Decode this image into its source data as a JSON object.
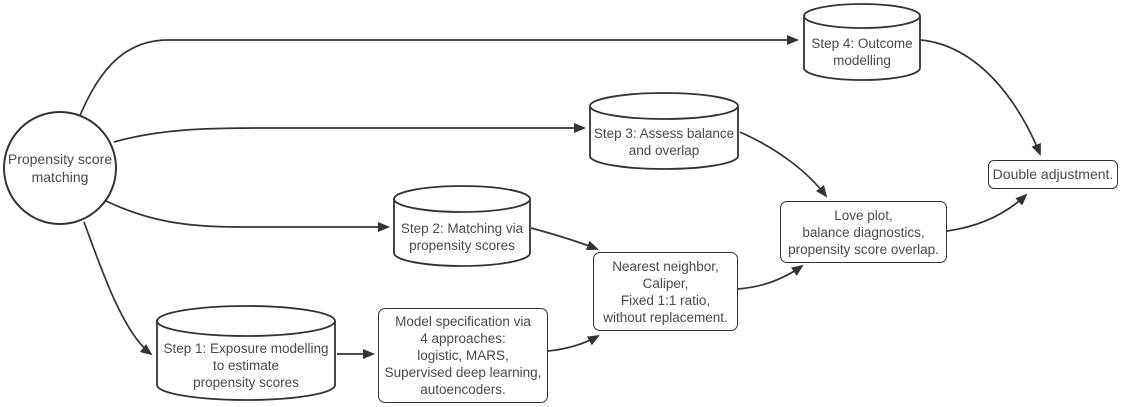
{
  "colors": {
    "stroke": "#333333",
    "text": "#4a4a4a",
    "background": "#ffffff"
  },
  "nodes": {
    "start": {
      "shape": "circle",
      "label": "Propensity score\nmatching"
    },
    "step1": {
      "shape": "cylinder",
      "label": "Step 1: Exposure modelling\nto estimate\npropensity scores"
    },
    "step2": {
      "shape": "cylinder",
      "label": "Step 2: Matching via\npropensity scores"
    },
    "step3": {
      "shape": "cylinder",
      "label": "Step 3: Assess balance\nand overlap"
    },
    "step4": {
      "shape": "cylinder",
      "label": "Step 4: Outcome\nmodelling"
    },
    "model_spec": {
      "shape": "rect",
      "label": "Model specification via\n4 approaches:\nlogistic, MARS,\nSupervised deep learning,\nautoencoders."
    },
    "matching": {
      "shape": "rect",
      "label": "Nearest neighbor,\nCaliper,\nFixed 1:1 ratio,\nwithout replacement."
    },
    "diagnostics": {
      "shape": "rect",
      "label": "Love plot,\nbalance diagnostics,\npropensity score overlap."
    },
    "double_adjust": {
      "shape": "rect",
      "label": "Double adjustment."
    }
  },
  "edges": [
    {
      "from": "start",
      "to": "step4"
    },
    {
      "from": "start",
      "to": "step3"
    },
    {
      "from": "start",
      "to": "step2"
    },
    {
      "from": "start",
      "to": "step1"
    },
    {
      "from": "step1",
      "to": "model_spec"
    },
    {
      "from": "model_spec",
      "to": "matching"
    },
    {
      "from": "step2",
      "to": "matching"
    },
    {
      "from": "matching",
      "to": "diagnostics"
    },
    {
      "from": "step3",
      "to": "diagnostics"
    },
    {
      "from": "diagnostics",
      "to": "double_adjust"
    },
    {
      "from": "step4",
      "to": "double_adjust"
    }
  ]
}
